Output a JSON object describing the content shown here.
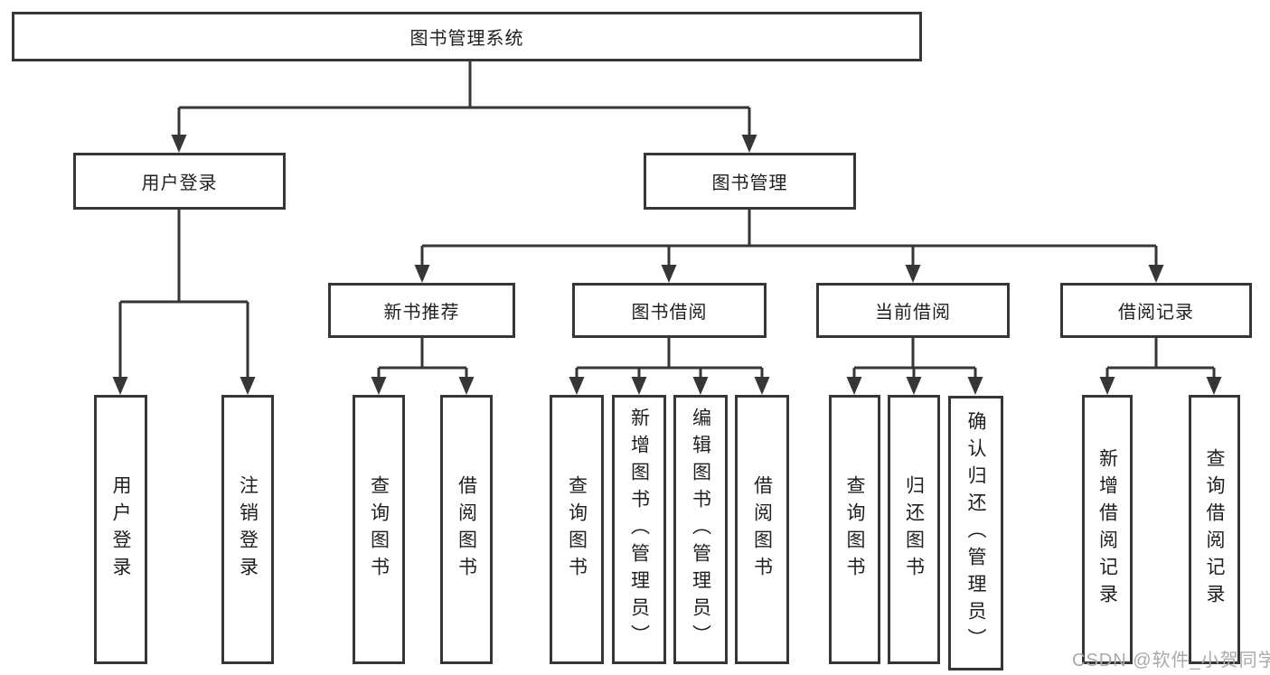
{
  "tree": {
    "label": "图书管理系统",
    "children": [
      {
        "label": "用户登录",
        "children": [
          {
            "label": "用户登录"
          },
          {
            "label": "注销登录"
          }
        ]
      },
      {
        "label": "图书管理",
        "children": [
          {
            "label": "新书推荐",
            "children": [
              {
                "label": "查询图书"
              },
              {
                "label": "借阅图书"
              }
            ]
          },
          {
            "label": "图书借阅",
            "children": [
              {
                "label": "查询图书"
              },
              {
                "label": "新增图书（管理员）"
              },
              {
                "label": "编辑图书（管理员）"
              },
              {
                "label": "借阅图书"
              }
            ]
          },
          {
            "label": "当前借阅",
            "children": [
              {
                "label": "查询图书"
              },
              {
                "label": "归还图书"
              },
              {
                "label": "确认归还（管理员）"
              }
            ]
          },
          {
            "label": "借阅记录",
            "children": [
              {
                "label": "新增借阅记录"
              },
              {
                "label": "查询借阅记录"
              }
            ]
          }
        ]
      }
    ]
  },
  "watermark": {
    "text": "CSDN @软件_小贺同学"
  },
  "colors": {
    "line": "#363636",
    "text": "#1f1f1f",
    "watermark": "#a9a9a9",
    "background": "#ffffff"
  }
}
